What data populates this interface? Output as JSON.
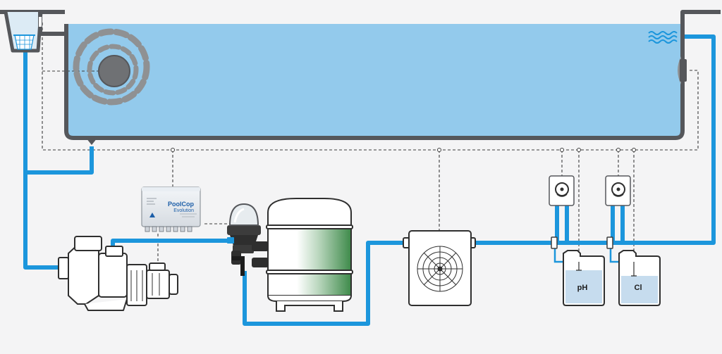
{
  "controller": {
    "brand_line1": "PoolCop",
    "brand_line2": "Evolution"
  },
  "tanks": [
    {
      "label": "pH"
    },
    {
      "label": "Cl"
    }
  ],
  "colors": {
    "background": "#f4f4f5",
    "water": "#93caec",
    "pipe": "#1c96dc",
    "pool_wall": "#55575b",
    "signal_wire": "#3c3c3c",
    "filter_media": "#3e8a4a",
    "tank_liquid": "#c6dcee"
  },
  "icons": [
    "skimmer-basket-icon",
    "cleaner-robot-icon",
    "wave-icon",
    "fan-icon",
    "warning-icon"
  ]
}
